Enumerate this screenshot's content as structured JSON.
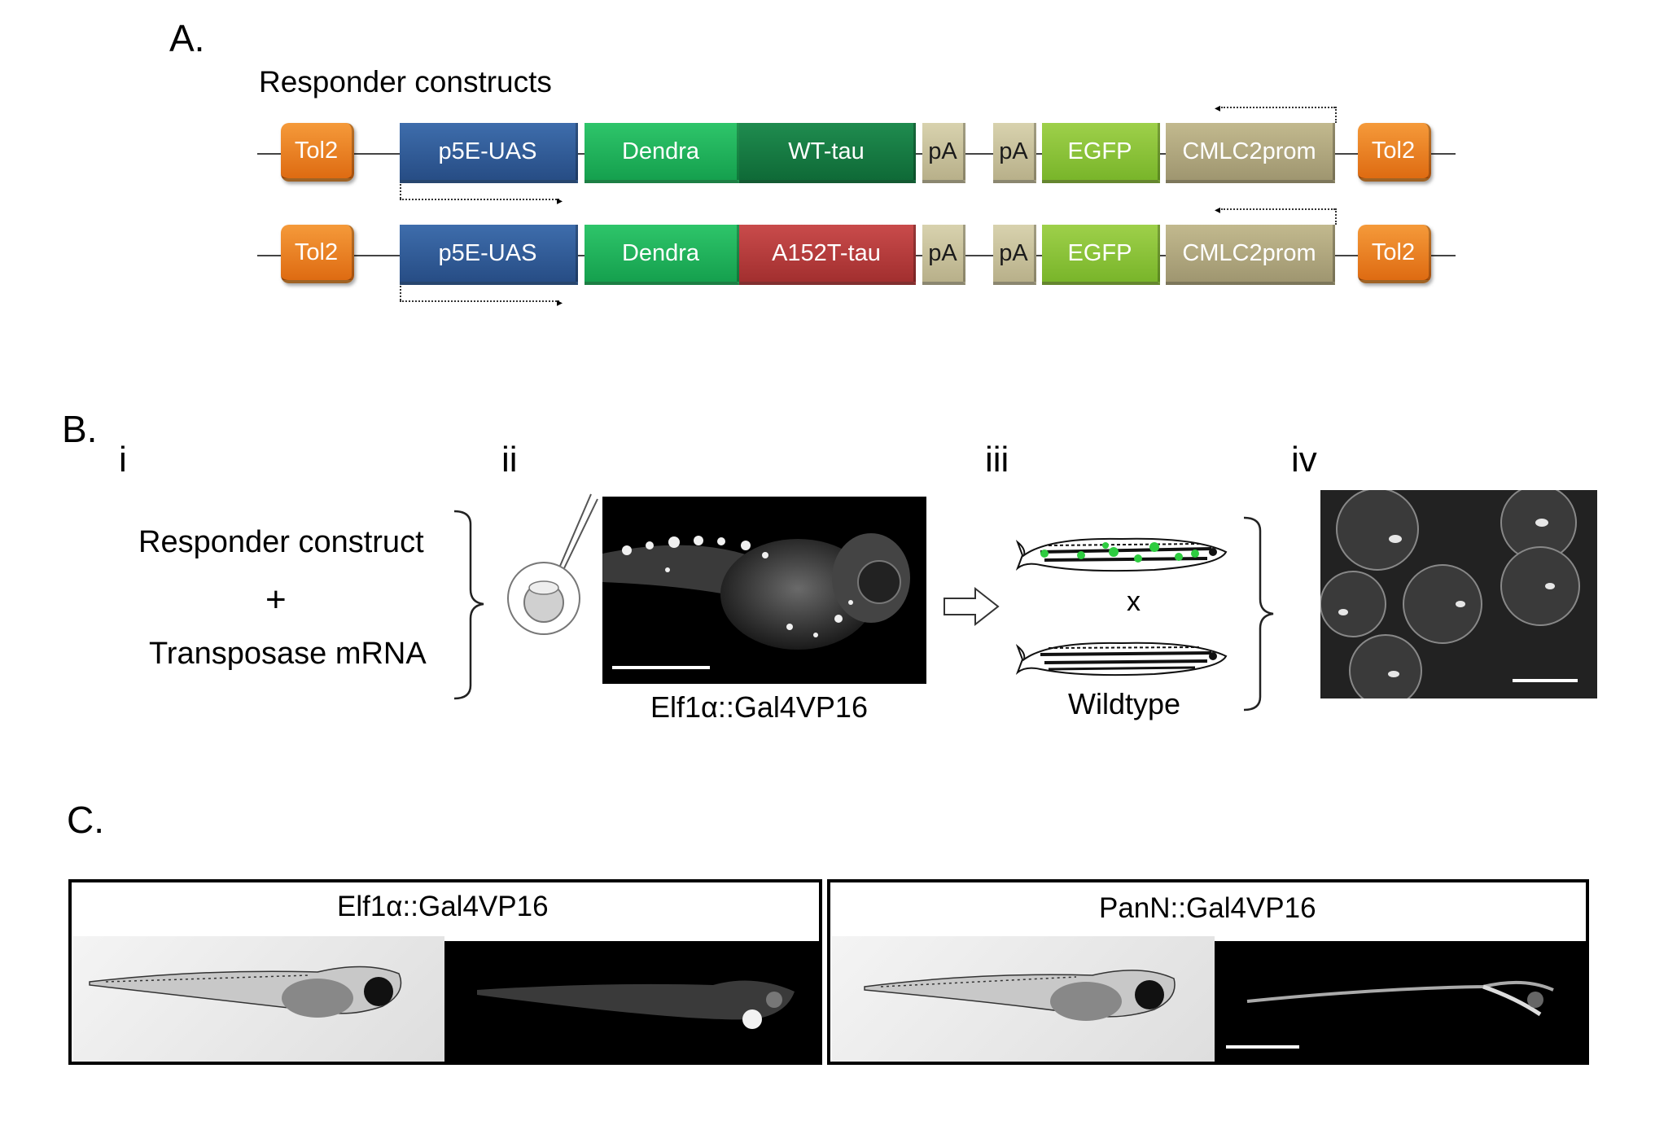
{
  "panel_a": {
    "label": "A.",
    "title": "Responder constructs",
    "construct1": {
      "tol2_left": "Tol2",
      "uas": "p5E-UAS",
      "dendra": "Dendra",
      "tau": "WT-tau",
      "pa1": "pA",
      "pa2": "pA",
      "egfp": "EGFP",
      "cmlc": "CMLC2prom",
      "tol2_right": "Tol2"
    },
    "construct2": {
      "tol2_left": "Tol2",
      "uas": "p5E-UAS",
      "dendra": "Dendra",
      "tau": "A152T-tau",
      "pa1": "pA",
      "pa2": "pA",
      "egfp": "EGFP",
      "cmlc": "CMLC2prom",
      "tol2_right": "Tol2"
    }
  },
  "panel_b": {
    "label": "B.",
    "step_i": "i",
    "step_ii": "ii",
    "step_iii": "iii",
    "step_iv": "iv",
    "injection_line1": "Responder construct",
    "injection_plus": "+",
    "injection_line2": "Transposase mRNA",
    "embryo_caption": "Elf1α::Gal4VP16",
    "cross_symbol": "x",
    "wildtype_caption": "Wildtype"
  },
  "panel_c": {
    "label": "C.",
    "left_title": "Elf1α::Gal4VP16",
    "right_title": "PanN::Gal4VP16"
  }
}
